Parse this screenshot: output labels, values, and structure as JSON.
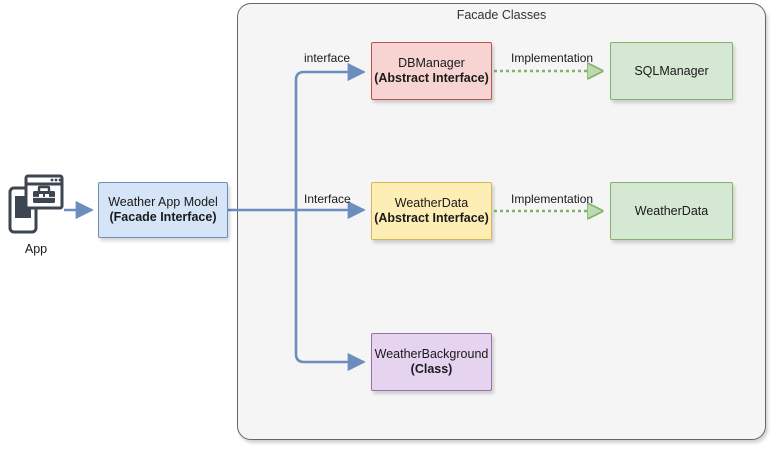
{
  "diagram": {
    "group": {
      "title": "Facade Classes"
    },
    "app": {
      "caption": "App",
      "icon": "app-window-toolbox-icon"
    },
    "nodes": [
      {
        "id": "facade",
        "line1": "Weather App Model",
        "line2": "(Facade Interface)",
        "fill": "#d5e4f7",
        "stroke": "#6c8ebf"
      },
      {
        "id": "dbmanager",
        "line1": "DBManager",
        "line2": "(Abstract Interface)",
        "fill": "#f7d4d2",
        "stroke": "#b85450"
      },
      {
        "id": "sqlmanager",
        "line1": "SQLManager",
        "line2": "",
        "fill": "#d5e8d4",
        "stroke": "#82b366"
      },
      {
        "id": "weatherdata_abstract",
        "line1": "WeatherData",
        "line2": "(Abstract Interface)",
        "fill": "#fdeeb5",
        "stroke": "#d6b656"
      },
      {
        "id": "weatherdata_impl",
        "line1": "WeatherData",
        "line2": "",
        "fill": "#d5e8d4",
        "stroke": "#82b366"
      },
      {
        "id": "weatherbackground",
        "line1": "WeatherBackground",
        "line2": "(Class)",
        "fill": "#e5d3ef",
        "stroke": "#9673a6"
      }
    ],
    "edges": [
      {
        "id": "app_to_facade",
        "label": "",
        "style": "solid",
        "color": "#6c8ebf"
      },
      {
        "id": "facade_to_dbmanager",
        "label": "interface",
        "style": "solid",
        "color": "#6c8ebf"
      },
      {
        "id": "facade_to_weatherdata",
        "label": "Interface",
        "style": "solid",
        "color": "#6c8ebf"
      },
      {
        "id": "facade_to_weatherbackground",
        "label": "",
        "style": "solid",
        "color": "#6c8ebf"
      },
      {
        "id": "dbmanager_to_sqlmanager",
        "label": "Implementation",
        "style": "dotted",
        "color": "#82b366"
      },
      {
        "id": "weatherdata_to_weatherdata_impl",
        "label": "Implementation",
        "style": "dotted",
        "color": "#82b366"
      }
    ]
  }
}
